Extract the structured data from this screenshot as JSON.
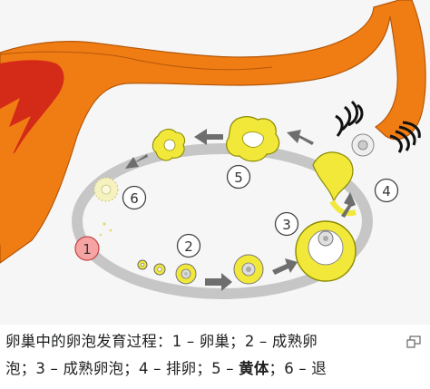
{
  "diagram": {
    "labels": {
      "n1": "1",
      "n2": "2",
      "n3": "3",
      "n4": "4",
      "n5": "5",
      "n6": "6"
    }
  },
  "caption": {
    "line1": "卵巢中的卵泡发育过程：1 – 卵巢；2 – 成熟卵",
    "line2_a": "泡；3 – 成熟卵泡；4 – 排卵；5 – ",
    "line2_bold": "黄体",
    "line2_b": "；6 – 退"
  },
  "icons": {
    "enlarge": "enlarge-icon"
  },
  "colors": {
    "tube": "#f07d14",
    "uterus_red": "#d42a18",
    "follicle_yellow": "#f2e83a",
    "ovary_outline": "#c6c6c6",
    "arrow_gray": "#6e6e6e",
    "stage1_pink": "#f5a3a3"
  }
}
